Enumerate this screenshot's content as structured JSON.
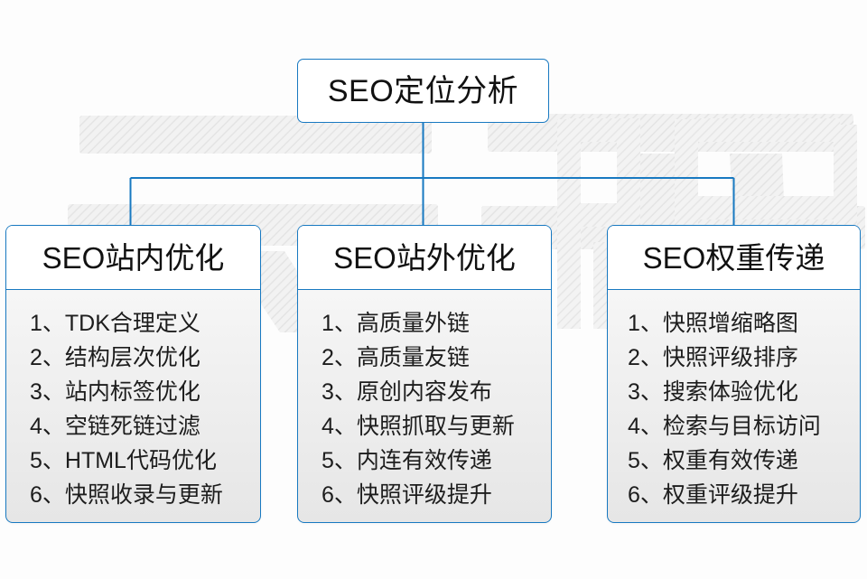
{
  "diagram": {
    "title": "SEO定位分析",
    "root": {
      "label": "SEO定位分析"
    },
    "accent_color": "#1879c1",
    "text_color": "#111111",
    "background_color": "#fdfdfd",
    "watermark": {
      "text": "云无限",
      "color": "#ededed"
    },
    "columns": [
      {
        "header": "SEO站内优化",
        "items": [
          "1、TDK合理定义",
          "2、结构层次优化",
          "3、站内标签优化",
          "4、空链死链过滤",
          "5、HTML代码优化",
          "6、快照收录与更新"
        ]
      },
      {
        "header": "SEO站外优化",
        "items": [
          "1、高质量外链",
          "2、高质量友链",
          "3、原创内容发布",
          "4、快照抓取与更新",
          "5、内连有效传递",
          "6、快照评级提升"
        ]
      },
      {
        "header": "SEO权重传递",
        "items": [
          "1、快照增缩略图",
          "2、快照评级排序",
          "3、搜索体验优化",
          "4、检索与目标访问",
          "5、权重有效传递",
          "6、权重评级提升"
        ]
      }
    ]
  }
}
